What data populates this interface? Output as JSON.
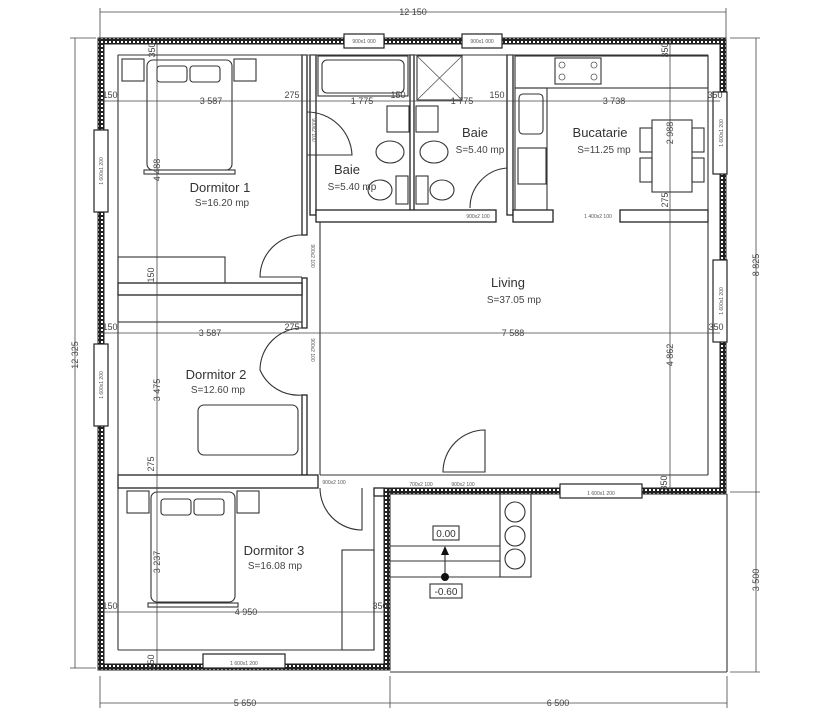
{
  "rooms": [
    {
      "name": "Dormitor 1",
      "area": "S=16.20 mp"
    },
    {
      "name": "Baie",
      "area": "S=5.40 mp"
    },
    {
      "name": "Baie",
      "area": "S=5.40 mp"
    },
    {
      "name": "Bucatarie",
      "area": "S=11.25 mp"
    },
    {
      "name": "Living",
      "area": "S=37.05 mp"
    },
    {
      "name": "Dormitor 2",
      "area": "S=12.60 mp"
    },
    {
      "name": "Dormitor 3",
      "area": "S=16.08 mp"
    }
  ],
  "overall_dimensions": {
    "top": "12 150",
    "left": "12 325",
    "right_upper": "8 825",
    "right_lower": "3 500",
    "bottom_left": "5 650",
    "bottom_right": "6 500"
  },
  "dimensions": {
    "d1_top": "350",
    "d1_left": "150",
    "d1_width": "3 587",
    "d1_right": "275",
    "b1_width": "1 775",
    "b1_right": "150",
    "b2_width": "1 775",
    "b2_right": "150",
    "k_width": "3 738",
    "k_right": "350",
    "k_top": "350",
    "d1_height": "4 488",
    "k_height": "2 988",
    "k_bottom": "275",
    "closet": "150",
    "d2_left": "150",
    "d2_width": "3 587",
    "d2_right": "275",
    "living_width": "7 588",
    "living_right": "350",
    "d2_height": "3 475",
    "living_height": "4 862",
    "d2_bottom": "275",
    "living_bottom": "350",
    "d3_height": "3 237",
    "d3_left": "150",
    "d3_width": "4 950",
    "d3_right": "350",
    "d3_bottom": "150"
  },
  "window_labels": {
    "bath1": "900x1 000",
    "bath2": "900x1 000",
    "d1": "1 600x1 200",
    "kitchen": "1 600x1 200",
    "living_right": "1 600x1 200",
    "d2": "1 600x1 200",
    "living_bottom": "1 600x1 200",
    "d3": "1 600x1 200"
  },
  "door_labels": {
    "bath1": "900x2 100",
    "bath2": "900x2 100",
    "kitchen": "1 400x2 100",
    "d1": "900x2 100",
    "d2": "900x2 100",
    "d3": "900x2 100",
    "entry_side": "700x2 100",
    "entry": "900x2 100"
  },
  "levels": {
    "interior": "0.00",
    "exterior": "-0.60"
  }
}
